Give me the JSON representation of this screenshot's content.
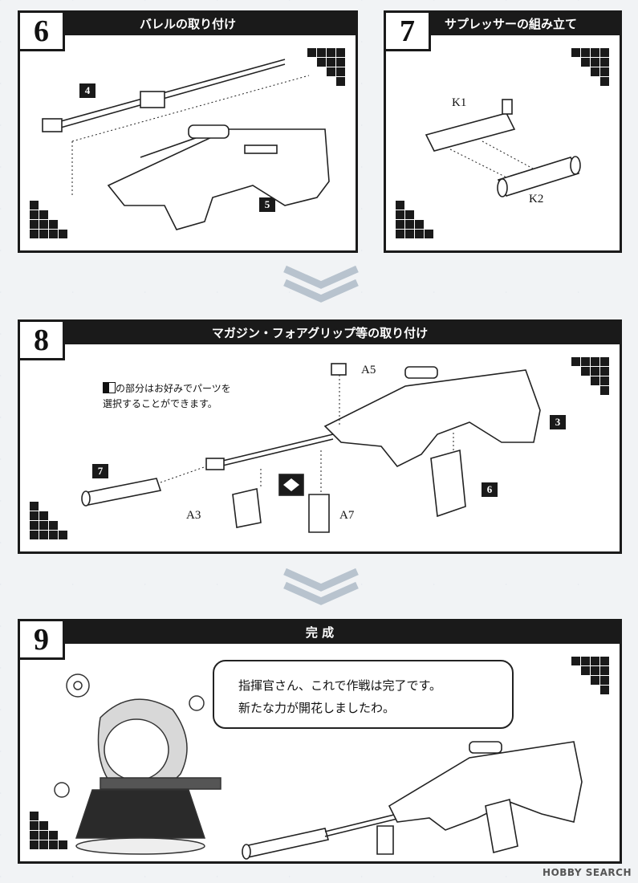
{
  "steps": [
    {
      "number": "6",
      "title": "バレルの取り付け",
      "parts": [
        "4",
        "5"
      ]
    },
    {
      "number": "7",
      "title": "サプレッサーの組み立て",
      "codes": [
        "K1",
        "K2"
      ]
    },
    {
      "number": "8",
      "title": "マガジン・フォアグリップ等の取り付け",
      "note_line1": "の部分はお好みでパーツを",
      "note_line2": "選択することができます。",
      "parts": [
        "7",
        "3",
        "6"
      ],
      "codes": [
        "A5",
        "A3",
        "A7"
      ]
    },
    {
      "number": "9",
      "title": "完 成",
      "bubble_line1": "指揮官さん、これで作戦は完了です。",
      "bubble_line2": "新たな力が開花しましたわ。"
    }
  ],
  "watermark": "HOBBY SEARCH",
  "colors": {
    "ink": "#1a1a1a",
    "background": "#f1f3f5"
  }
}
